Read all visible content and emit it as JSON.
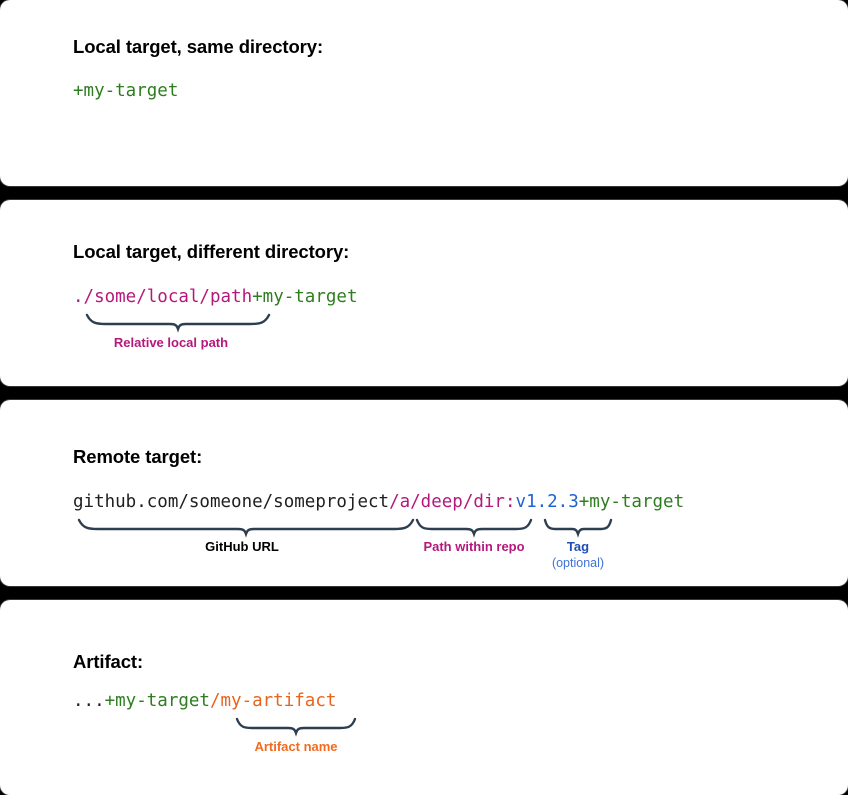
{
  "panels": [
    {
      "id": "local-same-directory",
      "heading": "Local target, same directory:",
      "code_tokens": [
        {
          "text": "+my-target",
          "color": "#2e7d1f",
          "role": "target-name"
        }
      ],
      "annotations": []
    },
    {
      "id": "local-different-directory",
      "heading": "Local target, different directory:",
      "code_tokens": [
        {
          "text": "./some/local/path",
          "color": "#b5187c",
          "role": "relative-path"
        },
        {
          "text": "+my-target",
          "color": "#2e7d1f",
          "role": "target-name"
        }
      ],
      "annotations": [
        {
          "label": "Relative local path",
          "color": "#b5187c",
          "sublabel": ""
        }
      ]
    },
    {
      "id": "remote-target",
      "heading": "Remote target:",
      "code_tokens": [
        {
          "text": "github.com/someone/someproject",
          "color": "#202020",
          "role": "github-url"
        },
        {
          "text": "/a/deep/dir",
          "color": "#b5187c",
          "role": "path-within-repo"
        },
        {
          "text": ":",
          "color": "#b5187c",
          "role": "separator"
        },
        {
          "text": "v1.2.3",
          "color": "#2062d4",
          "role": "tag"
        },
        {
          "text": "+my-target",
          "color": "#2e7d1f",
          "role": "target-name"
        }
      ],
      "annotations": [
        {
          "label": "GitHub URL",
          "color": "#000000",
          "sublabel": ""
        },
        {
          "label": "Path within repo",
          "color": "#b5187c",
          "sublabel": ""
        },
        {
          "label": "Tag",
          "color": "#1f4fb6",
          "sublabel": "(optional)"
        }
      ]
    },
    {
      "id": "artifact",
      "heading": "Artifact:",
      "code_tokens": [
        {
          "text": "...",
          "color": "#202020",
          "role": "ellipsis"
        },
        {
          "text": "+my-target",
          "color": "#2e7d1f",
          "role": "target-name"
        },
        {
          "text": "/my-artifact",
          "color": "#e8641b",
          "role": "artifact-name"
        }
      ],
      "annotations": [
        {
          "label": "Artifact name",
          "color": "#f26b21",
          "sublabel": ""
        }
      ]
    }
  ],
  "colors": {
    "background": "#000000",
    "card": "#ffffff",
    "brace": "#2c3e50",
    "green": "#2e7d1f",
    "purple": "#b5187c",
    "blue": "#2062d4",
    "orange": "#e8641b",
    "dark": "#202020"
  }
}
